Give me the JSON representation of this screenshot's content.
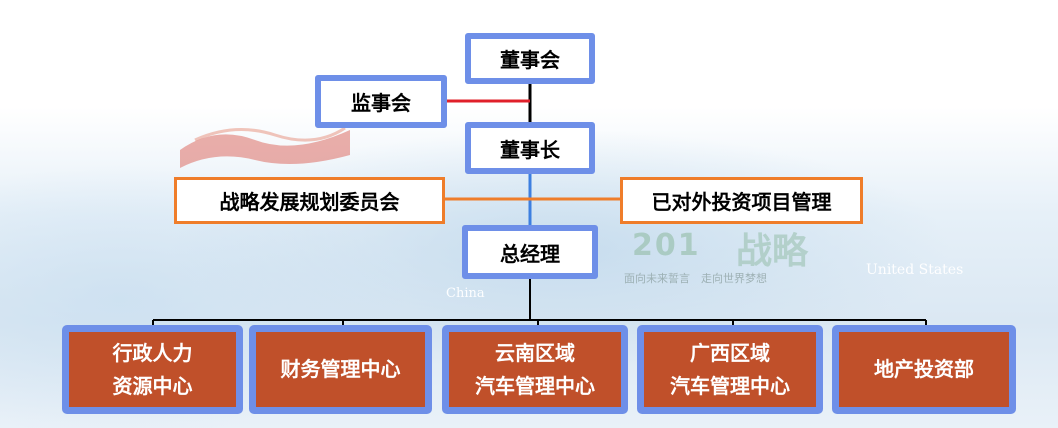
{
  "top": {
    "board": "董事会",
    "supervisory": "监事会",
    "chairman": "董事长",
    "strategy_committee": "战略发展规划委员会",
    "external_investment": "已对外投资项目管理",
    "general_manager": "总经理"
  },
  "departments": [
    {
      "lines": [
        "行政人力",
        "资源中心"
      ]
    },
    {
      "lines": [
        "财务管理中心"
      ]
    },
    {
      "lines": [
        "云南区域",
        "汽车管理中心"
      ]
    },
    {
      "lines": [
        "广西区域",
        "汽车管理中心"
      ]
    },
    {
      "lines": [
        "地产投资部"
      ]
    }
  ],
  "background_text": {
    "year": "201",
    "strategy": "战略",
    "slogan": "面向未来誓言　走向世界梦想",
    "united_states": "United  States",
    "china": "China"
  },
  "colors": {
    "blue_border": "#6e8fe8",
    "orange_border": "#ef7d2a",
    "dept_fill": "#c0502a",
    "line_red": "#e0202a",
    "line_blue": "#3d7fe0",
    "line_orange": "#ef7d2a",
    "line_black": "#000000"
  }
}
